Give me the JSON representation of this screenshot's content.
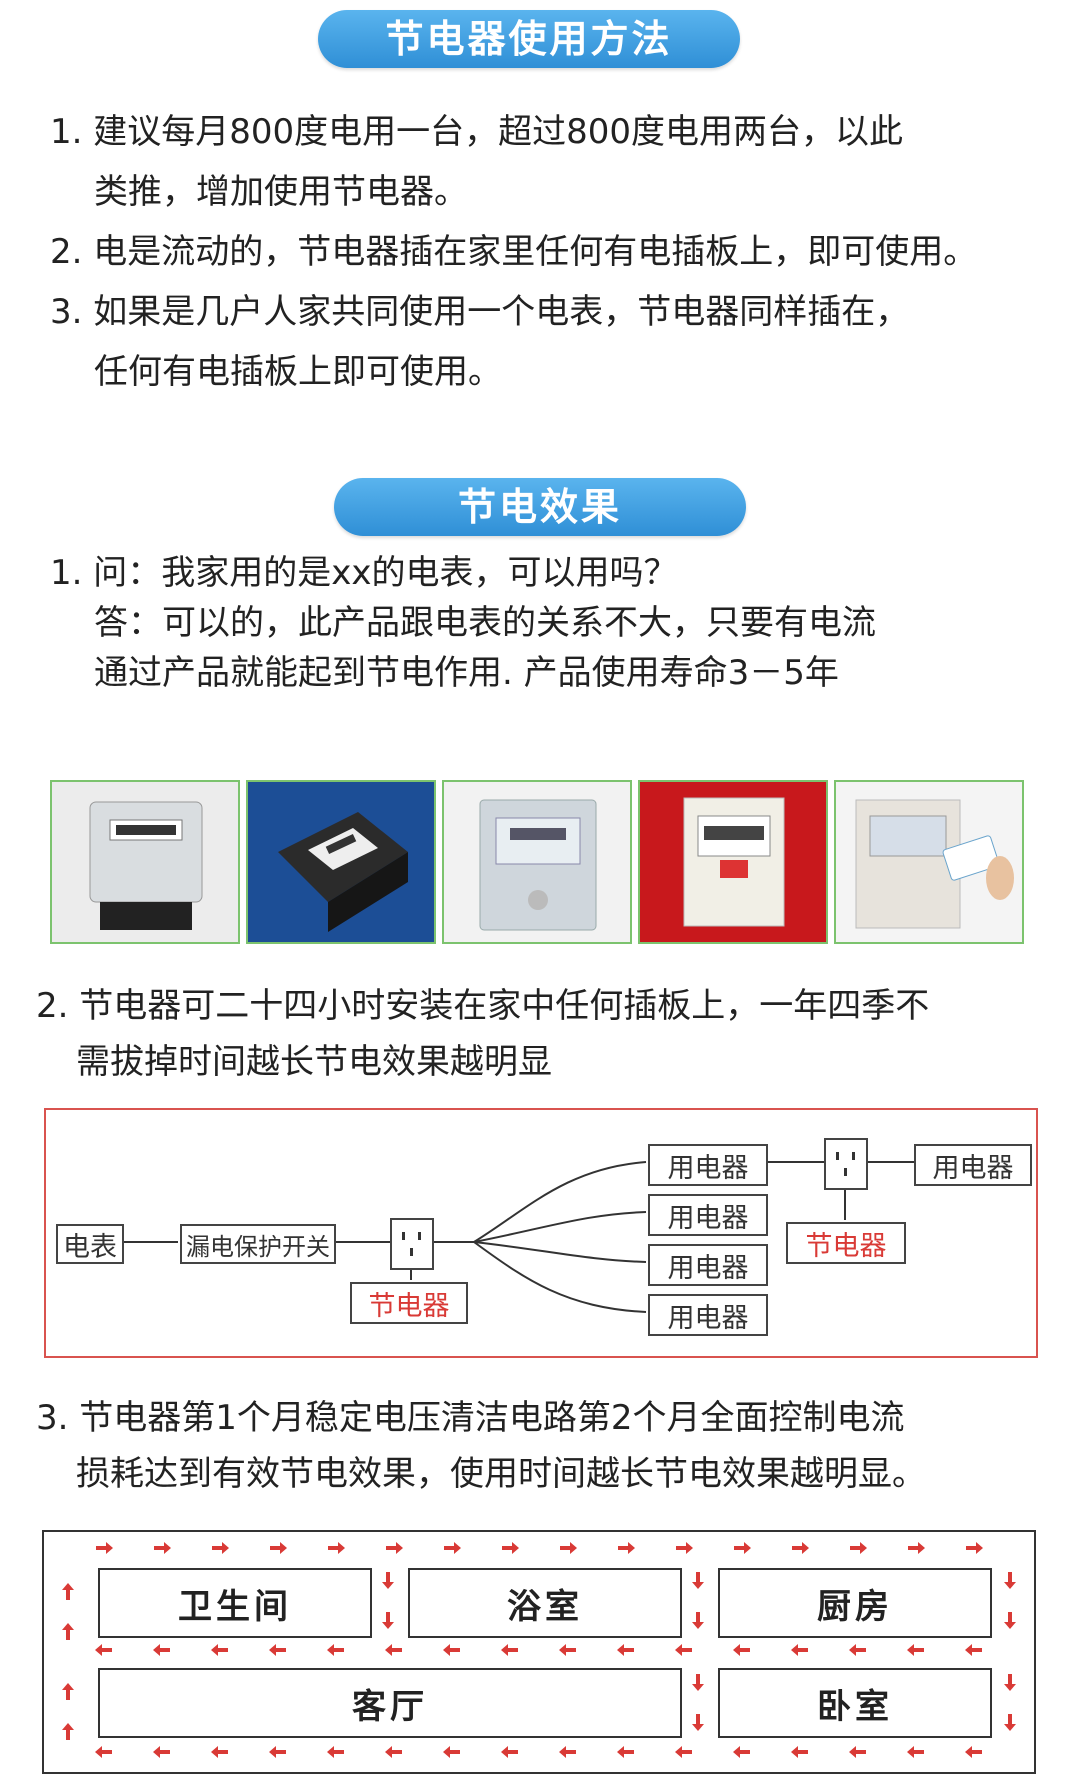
{
  "section1": {
    "title": "节电器使用方法",
    "items": [
      {
        "lines": [
          "1. 建议每月800度电用一台，超过800度电用两台，以此",
          "类推，增加使用节电器。"
        ]
      },
      {
        "lines": [
          "2. 电是流动的，节电器插在家里任何有电插板上，即可使用。"
        ]
      },
      {
        "lines": [
          "3. 如果是几户人家共同使用一个电表，节电器同样插在，",
          "任何有电插板上即可使用。"
        ]
      }
    ]
  },
  "section2": {
    "title": "节电效果",
    "qa": {
      "lines": [
        "1. 问：我家用的是xx的电表，可以用吗？",
        "答：可以的，此产品跟电表的关系不大，只要有电流",
        "通过产品就能起到节电作用. 产品使用寿命3－5年"
      ]
    },
    "point2": {
      "lines": [
        "2. 节电器可二十四小时安装在家中任何插板上，一年四季不",
        "需拔掉时间越长节电效果越明显"
      ]
    },
    "point3": {
      "lines": [
        "3. 节电器第1个月稳定电压清洁电路第2个月全面控制电流",
        "损耗达到有效节电效果，使用时间越长节电效果越明显。"
      ]
    }
  },
  "wiring": {
    "meter": "电表",
    "breaker": "漏电保护开关",
    "saver": "节电器",
    "saver2": "节电器",
    "appliances": [
      "用电器",
      "用电器",
      "用电器",
      "用电器"
    ],
    "appliance_right": "用电器"
  },
  "rooms": {
    "bathroom": "卫生间",
    "shower": "浴室",
    "kitchen": "厨房",
    "living": "客厅",
    "bedroom": "卧室"
  },
  "colors": {
    "pill": "#2f8fd6",
    "red": "#d93a36",
    "photo_border": "#7cc36e"
  }
}
